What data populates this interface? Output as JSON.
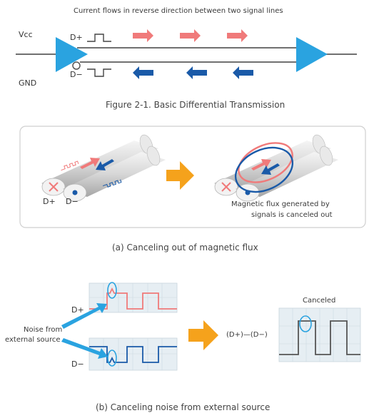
{
  "diagram": {
    "top_note": "Current flows in reverse direction between two signal lines",
    "vcc_label": "Vcc",
    "gnd_label": "GND",
    "dplus_label": "D+",
    "dminus_label": "D−",
    "figure_caption": "Figure 2-1. Basic Differential Transmission"
  },
  "panel_a": {
    "dplus": "D+",
    "dminus": "D−",
    "note_line1": "Magnetic flux generated by",
    "note_line2": "signals is canceled out",
    "caption": "(a) Canceling out of magnetic flux"
  },
  "panel_b": {
    "dplus": "D+",
    "dminus": "D−",
    "noise_line1": "Noise from",
    "noise_line2": "external source",
    "formula": "(D+)—(D−)",
    "canceled": "Canceled",
    "caption": "(b) Canceling noise from external source"
  },
  "colors": {
    "triangle_blue": "#2aa3e0",
    "red_arrow": "#f07a7a",
    "blue_arrow": "#1a5aa8",
    "orange_arrow": "#f5a21c",
    "line_gray": "#707070",
    "grid_bg": "#e6eef3"
  }
}
